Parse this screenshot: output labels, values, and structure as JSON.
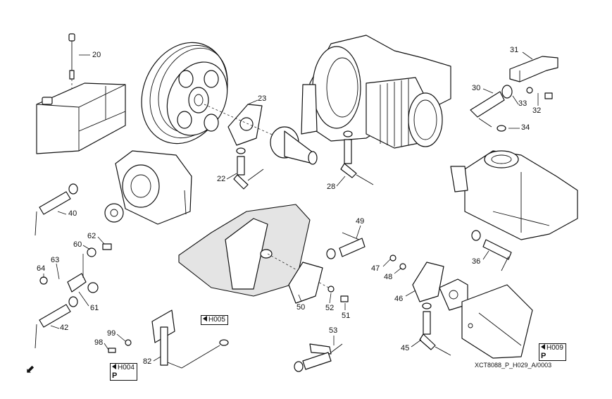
{
  "callouts": {
    "c20": "20",
    "c23": "23",
    "c22": "22",
    "c28": "28",
    "c31": "31",
    "c30": "30",
    "c33": "33",
    "c32": "32",
    "c34": "34",
    "c40": "40",
    "c62": "62",
    "c60": "60",
    "c63": "63",
    "c64": "64",
    "c61": "61",
    "c42": "42",
    "c99": "99",
    "c98": "98",
    "c82": "82",
    "c49": "49",
    "c50": "50",
    "c52": "52",
    "c51": "51",
    "c53": "53",
    "c47": "47",
    "c48": "48",
    "c46": "46",
    "c45": "45",
    "c36": "36"
  },
  "refs": {
    "h005": "H005",
    "h004": "H004",
    "h004_sub": "P",
    "h009": "H009",
    "h009_sub": "P"
  },
  "drawing_code": "XCT8088_P_H029_A/0003",
  "nav_arrow_glyph": "⬋"
}
